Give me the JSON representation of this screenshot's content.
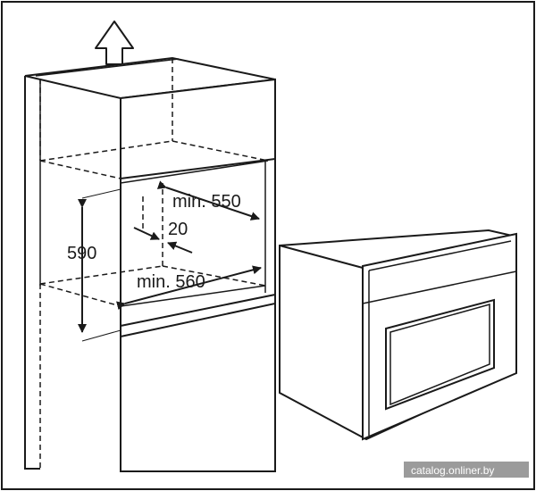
{
  "dimensions": {
    "depth": "min. 550",
    "gap": "20",
    "height": "590",
    "width": "min. 560"
  },
  "watermark": "catalog.onliner.by",
  "icons": [
    "up-arrow-icon"
  ],
  "colors": {
    "line": "#1a1a1a",
    "background": "#ffffff",
    "watermark_bg": "#8a8a8a"
  }
}
